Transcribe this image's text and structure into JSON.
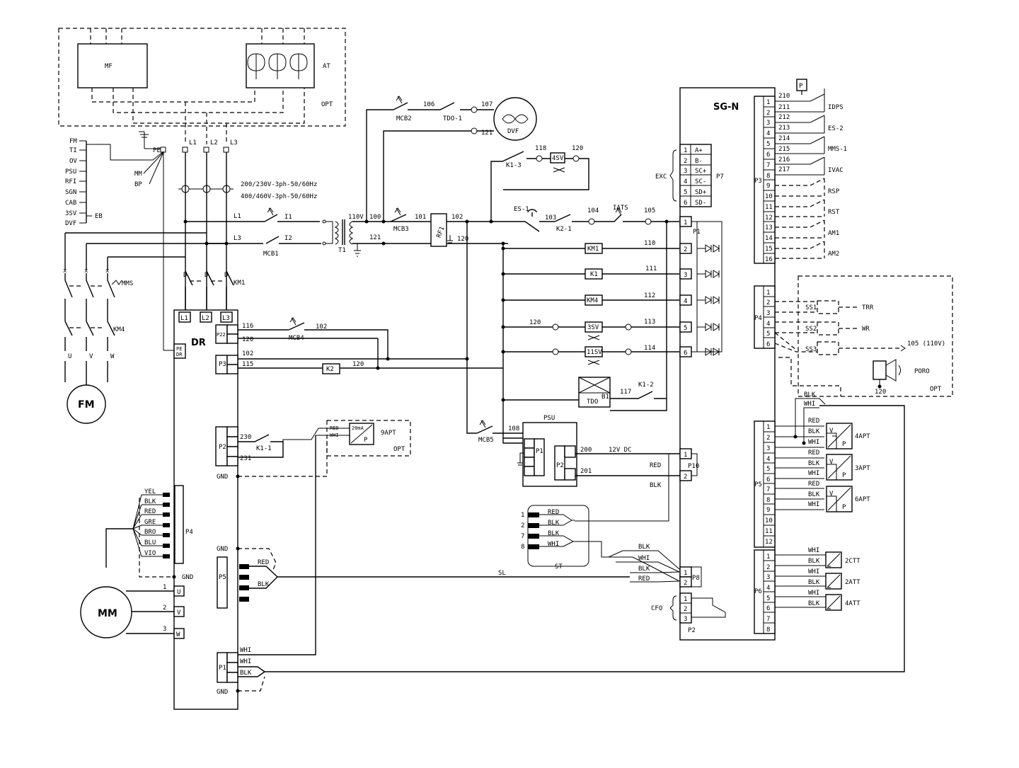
{
  "diagram": {
    "header_box": {
      "mf": "MF",
      "at": "AT",
      "opt": "OPT"
    },
    "eb": {
      "label": "EB",
      "items": [
        "FM",
        "TI",
        "OV",
        "PSU",
        "RFI",
        "SGN",
        "CAB",
        "3SV",
        "DVF"
      ]
    },
    "pe": {
      "pe": "PE",
      "mm": "MM",
      "bp": "BP"
    },
    "phases": [
      "L1",
      "L2",
      "L3"
    ],
    "supply": {
      "line1": "200/230V-3ph-50/60Hz",
      "line2": "400/460V-3ph-50/60Hz"
    },
    "primary": {
      "l1": "L1",
      "l3": "L3",
      "mcb1": "MCB1",
      "i1": "I1",
      "i2": "I2",
      "t1": "T1",
      "v110": "110V",
      "w100": "100",
      "w121": "121",
      "mcb3": "MCB3",
      "w101": "101",
      "rf1": "RF1",
      "w102": "102",
      "w120": "120"
    },
    "fan": {
      "mcb2": "MCB2",
      "w106": "106",
      "tdo1": "TDO-1",
      "w107": "107",
      "w121": "121",
      "dvf": "DVF",
      "k13": "K1-3",
      "w118": "118",
      "sv4": "4SV",
      "w120": "120"
    },
    "control": {
      "es1": "ES-1",
      "w103": "103",
      "k21": "K2-1",
      "w104": "104",
      "iats": "IATS",
      "w105": "105",
      "w110": "110",
      "w111": "111",
      "w112": "112",
      "w113": "113",
      "w114": "114",
      "w120": "120",
      "km1": "KM1",
      "k1": "K1",
      "km4": "KM4",
      "sv3": "3SV",
      "sv11": "11SV",
      "tdo": "TDO",
      "b1": "B1",
      "w117": "117",
      "k12": "K1-2"
    },
    "motors": {
      "mms": "MMS",
      "km1": "KM1",
      "km4": "KM4",
      "u": "U",
      "v": "V",
      "w": "W",
      "fm": "FM",
      "mm": "MM",
      "n1": "1",
      "n2": "2",
      "n3": "3"
    },
    "dr": {
      "label": "DR",
      "pins": [
        "L1",
        "L2",
        "L3"
      ],
      "pedr": [
        "PE",
        "DR"
      ],
      "p22": "P22",
      "w116": "116",
      "w120a": "120",
      "mcb4": "MCB4",
      "w102a": "102",
      "p3": "P3",
      "w102b": "102",
      "w115": "115",
      "k2": "K2",
      "w120b": "120",
      "p2": "P2",
      "w230": "230",
      "w231": "231",
      "k11": "K1-1",
      "gnd": "GND",
      "p4": "P4",
      "p4wires": [
        "YEL",
        "BLK",
        "RED",
        "GRE",
        "BRO",
        "BLU",
        "VIO"
      ],
      "p5": "P5",
      "red": "RED",
      "blk": "BLK",
      "sl": "SL",
      "p1": "P1",
      "whi1": "WHI",
      "whi2": "WHI",
      "blk2": "BLK"
    },
    "apt9": {
      "red": "RED",
      "whi": "WHI",
      "range": "20mA",
      "p": "P",
      "label": "9APT",
      "opt": "OPT"
    },
    "psu": {
      "label": "PSU",
      "mcb5": "MCB5",
      "w108": "108",
      "p1": "P1",
      "p2": "P2",
      "w200": "200",
      "v12": "12V DC",
      "w201": "201",
      "red": "RED",
      "blk": "BLK",
      "p10": "P10"
    },
    "st": {
      "label": "ST",
      "wires": [
        "RED",
        "BLK",
        "BLK",
        "WHI"
      ],
      "nums": [
        "1",
        "2",
        "7",
        "8"
      ]
    },
    "p8": {
      "label": "P8",
      "wires": [
        "BLK",
        "WHI",
        "BLK",
        "RED"
      ]
    },
    "cfo": {
      "label": "CFO",
      "p2": "P2"
    },
    "sgn": {
      "label": "SG-N",
      "p7": {
        "label": "P7",
        "exc": "EXC",
        "pins": [
          "A+",
          "B-",
          "SC+",
          "SC-",
          "SD+",
          "SD-"
        ]
      },
      "p1": "P1",
      "p3": {
        "label": "P3",
        "wires": [
          "210",
          "211",
          "212",
          "213",
          "214",
          "215",
          "216",
          "217"
        ],
        "devices": [
          "IDPS",
          "ES-2",
          "MMS-1",
          "IVAC",
          "RSP",
          "RST",
          "AM1",
          "AM2"
        ],
        "p": "P"
      },
      "p4": {
        "label": "P4",
        "ss": [
          "SS1",
          "SS2",
          "SS3"
        ],
        "outs": [
          "TRR",
          "WR",
          "105 (110V)"
        ],
        "poro": "PORO",
        "w120": "120",
        "opt": "OPT"
      },
      "p5": {
        "label": "P5",
        "top_blk": "BLK",
        "top_whi": "WHI",
        "wires": [
          "RED",
          "BLK",
          "WHI"
        ],
        "apts": [
          "4APT",
          "3APT",
          "6APT"
        ],
        "v": "V",
        "p": "P"
      },
      "p6": {
        "label": "P6",
        "wires": [
          "WHI",
          "BLK"
        ],
        "sensors": [
          "2CTT",
          "2ATT",
          "4ATT"
        ]
      }
    }
  }
}
